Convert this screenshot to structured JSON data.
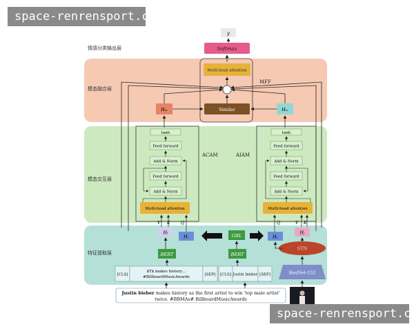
{
  "watermarks": {
    "top": "space-renrensport.com",
    "bottom": "space-renrensport.com"
  },
  "layers": {
    "output": "情感分类输出层",
    "fusion": "模态融合层",
    "interaction": "模态交互层",
    "feature": "特征提取层"
  },
  "blocks": {
    "y": "y",
    "softmax": "Softmax",
    "mfa": "Multi-head attention",
    "mff": "MFF",
    "similar": "Similar",
    "hm_left": "Hₘ",
    "hm_right": "Hₘ",
    "acam": "ACAM",
    "aiam": "AIAM",
    "tanh": "tanh",
    "feed_forward": "Feed forward",
    "add_norm": "Add & Norm",
    "mha": "Multi-head attention",
    "ht": "Hₜ",
    "hv": "Hᵥ",
    "hi": "Hᵢ",
    "grl": "GRL",
    "bert": "BERT",
    "stn": "STN",
    "resnet": "ResNet-152",
    "q": "Q",
    "v": "V",
    "k": "K"
  },
  "inputs": {
    "cls": "[CLS]",
    "sep": "[SEP]",
    "text_tokens": "$T$ makes history…\n#BillboardMusicAwards",
    "target_token": "Justin bieber",
    "sentence_bold": "Justin bieber",
    "sentence_rest": " makes history as the first artist to win 'top male artist' twice. #BBMAs# BillboardMusicAwards"
  },
  "colors": {
    "output_band": "#ffffff",
    "fusion_band": "#f6c9b3",
    "interaction_band": "#cde9c0",
    "feature_band": "#b4e0d8",
    "softmax": "#e75b8a",
    "mfa": "#e7b23a",
    "similar": "#7a5226",
    "hm_left": "#e58466",
    "hm_right": "#8fd8d5",
    "box_green": "#d9efcf",
    "bert": "#3d9a3d",
    "stn": "#b9452a",
    "resnet": "#7f8ec9",
    "ht": "#cfcff0",
    "hv": "#6b8fd6",
    "hi": "#e8a9c8"
  }
}
